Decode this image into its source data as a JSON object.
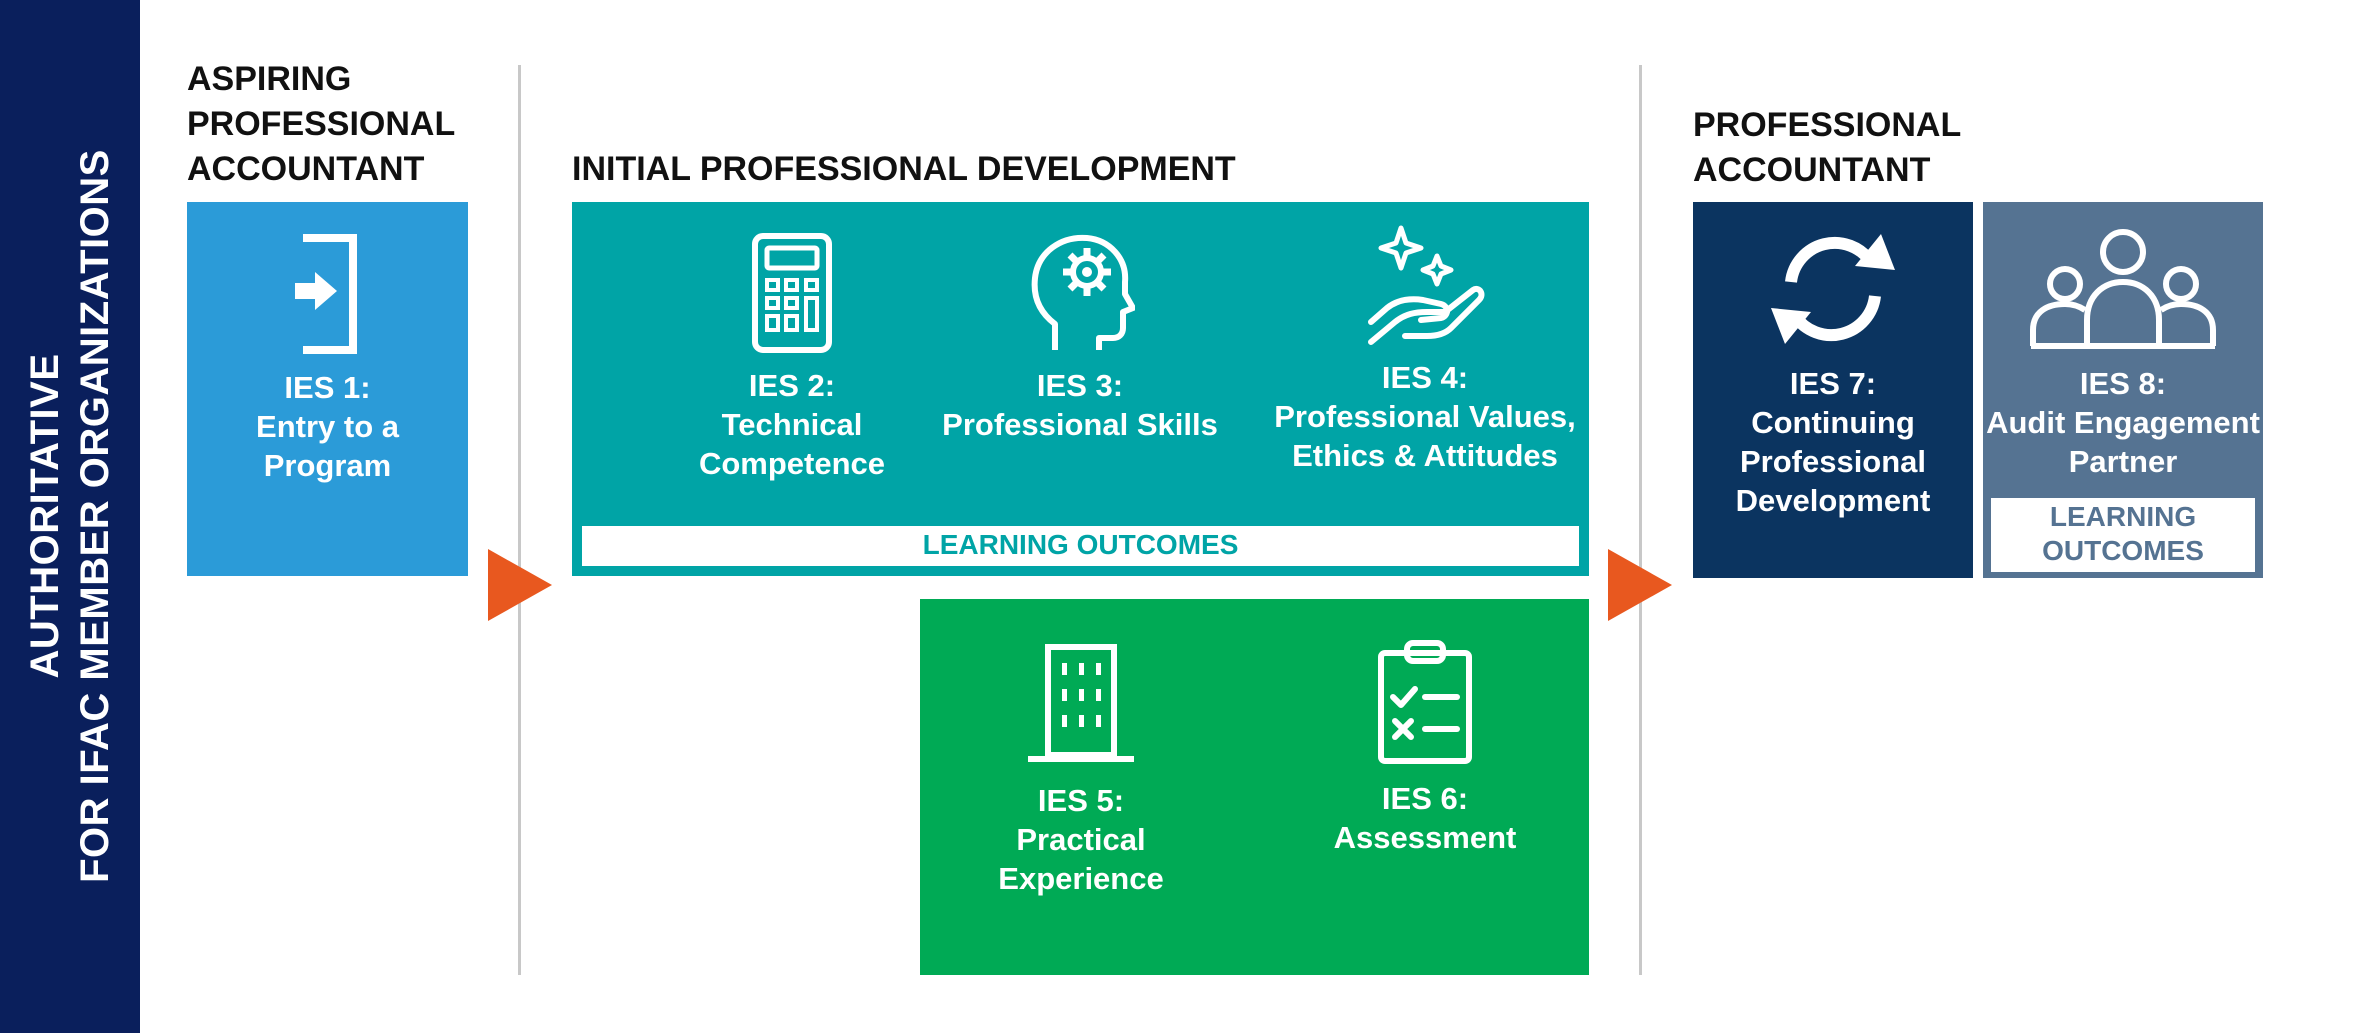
{
  "colors": {
    "side_band": "#0a1f5c",
    "ies1": "#2b9bd8",
    "ipd": "#00a4a6",
    "experience": "#00aa55",
    "ies7": "#0b3460",
    "ies8": "#557392",
    "arrow": "#e8581f"
  },
  "sidebar": {
    "line1": "AUTHORITATIVE",
    "line2": "FOR IFAC MEMBER ORGANIZATIONS"
  },
  "sections": {
    "aspiring": [
      "ASPIRING",
      "PROFESSIONAL",
      "ACCOUNTANT"
    ],
    "ipd": "INITIAL PROFESSIONAL DEVELOPMENT",
    "professional": [
      "PROFESSIONAL",
      "ACCOUNTANT"
    ]
  },
  "ies1": {
    "icon": "enter-door-icon",
    "code": "IES 1:",
    "lines": [
      "Entry to a",
      "Program"
    ]
  },
  "ies2": {
    "icon": "calculator-icon",
    "code": "IES 2:",
    "lines": [
      "Technical",
      "Competence"
    ]
  },
  "ies3": {
    "icon": "head-gear-icon",
    "code": "IES 3:",
    "lines": [
      "Professional Skills"
    ]
  },
  "ies4": {
    "icon": "hand-sparkles-icon",
    "code": "IES 4:",
    "lines": [
      "Professional Values,",
      "Ethics & Attitudes"
    ]
  },
  "ies5": {
    "icon": "building-icon",
    "code": "IES 5:",
    "lines": [
      "Practical",
      "Experience"
    ]
  },
  "ies6": {
    "icon": "clipboard-checklist-icon",
    "code": "IES 6:",
    "lines": [
      "Assessment"
    ]
  },
  "ies7": {
    "icon": "refresh-cycle-icon",
    "code": "IES 7:",
    "lines": [
      "Continuing",
      "Professional",
      "Development"
    ]
  },
  "ies8": {
    "icon": "group-people-icon",
    "code": "IES 8:",
    "lines": [
      "Audit Engagement",
      "Partner"
    ]
  },
  "learning_outcomes_ipd": "LEARNING OUTCOMES",
  "learning_outcomes_ies8": [
    "LEARNING",
    "OUTCOMES"
  ]
}
